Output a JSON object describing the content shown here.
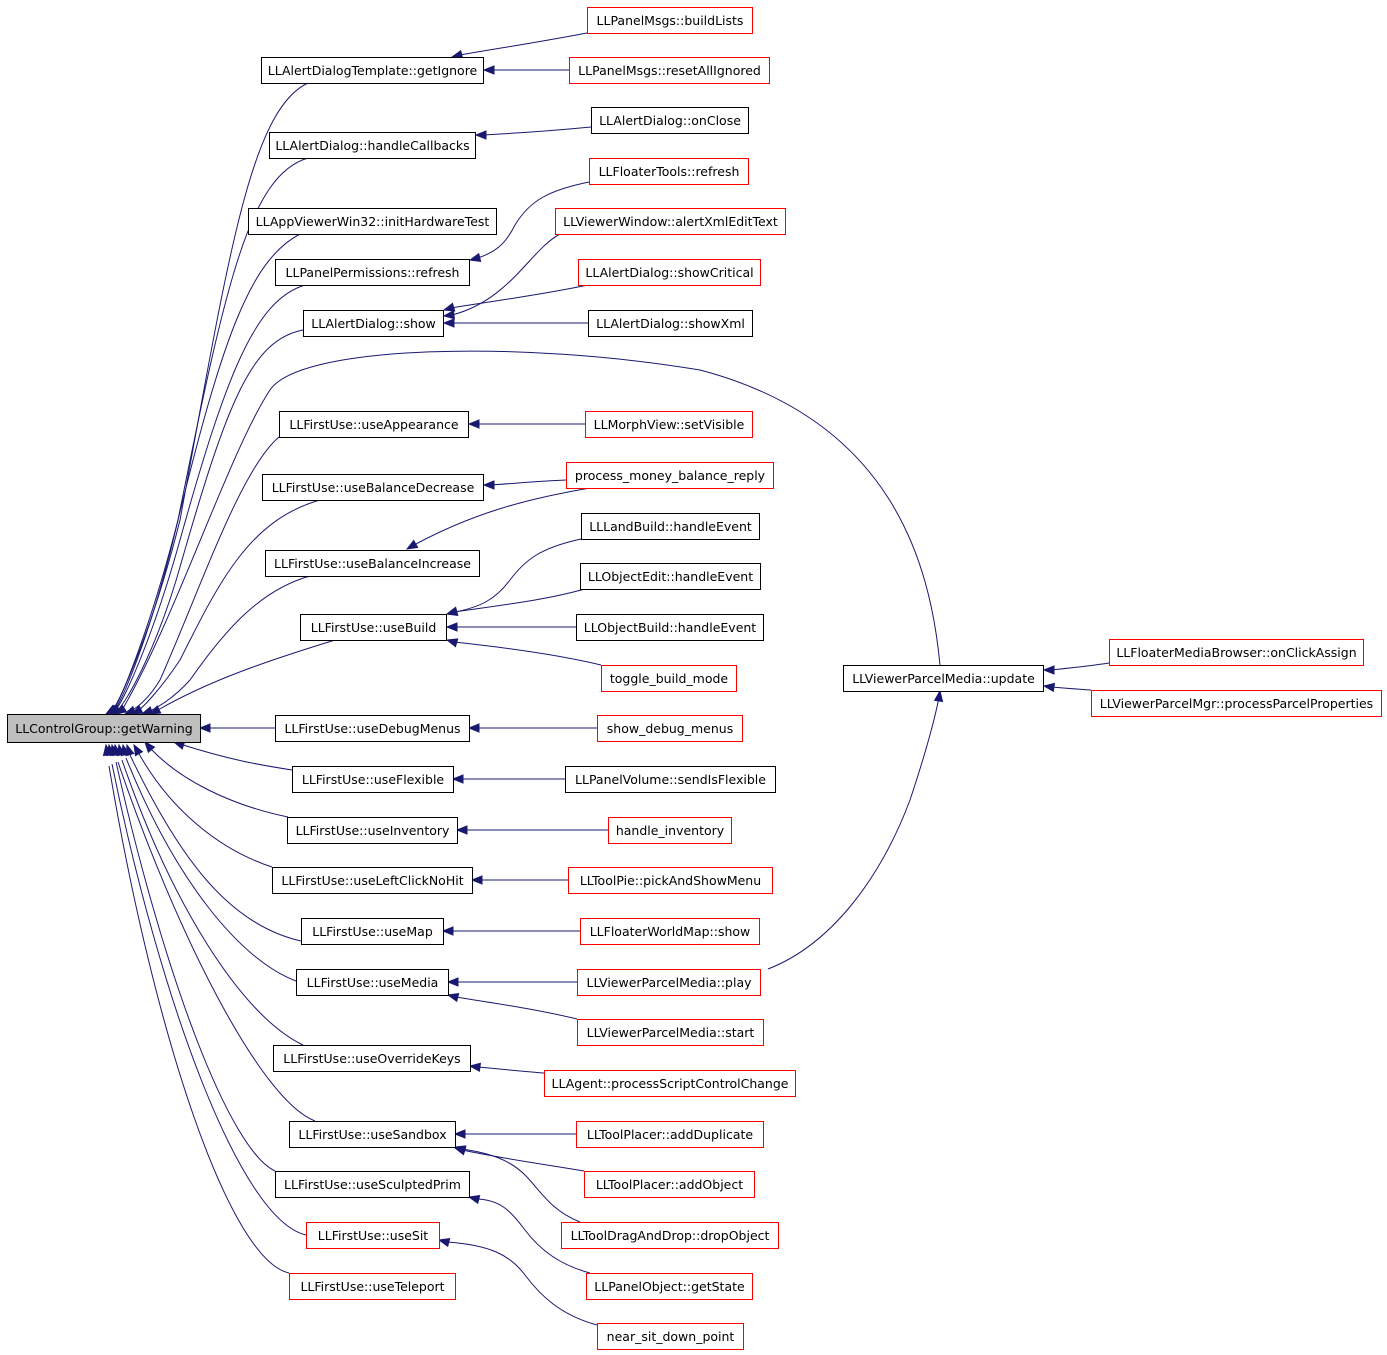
{
  "colors": {
    "edge": "#191970",
    "root_fill": "#bfbfbf",
    "node_fill": "#ffffff",
    "border_documented": "#000000",
    "border_undocumented": "#ff0000"
  },
  "graph": {
    "nodes": [
      {
        "id": "n0",
        "label": "LLControlGroup::getWarning",
        "style": "root"
      },
      {
        "id": "n1",
        "label": "LLAlertDialogTemplate::getIgnore",
        "style": "black"
      },
      {
        "id": "n2",
        "label": "LLPanelMsgs::buildLists",
        "style": "red"
      },
      {
        "id": "n3",
        "label": "LLPanelMsgs::resetAllIgnored",
        "style": "red"
      },
      {
        "id": "n4",
        "label": "LLAlertDialog::handleCallbacks",
        "style": "black"
      },
      {
        "id": "n5",
        "label": "LLAlertDialog::onClose",
        "style": "black"
      },
      {
        "id": "n6",
        "label": "LLAppViewerWin32::initHardwareTest",
        "style": "black"
      },
      {
        "id": "n7",
        "label": "LLFloaterTools::refresh",
        "style": "red"
      },
      {
        "id": "n8",
        "label": "LLPanelPermissions::refresh",
        "style": "black"
      },
      {
        "id": "n9",
        "label": "LLViewerWindow::alertXmlEditText",
        "style": "red"
      },
      {
        "id": "n10",
        "label": "LLAlertDialog::showCritical",
        "style": "red"
      },
      {
        "id": "n11",
        "label": "LLAlertDialog::show",
        "style": "black"
      },
      {
        "id": "n12",
        "label": "LLAlertDialog::showXml",
        "style": "black"
      },
      {
        "id": "n13",
        "label": "LLFirstUse::useAppearance",
        "style": "black"
      },
      {
        "id": "n14",
        "label": "LLMorphView::setVisible",
        "style": "red"
      },
      {
        "id": "n15",
        "label": "LLFirstUse::useBalanceDecrease",
        "style": "black"
      },
      {
        "id": "n16",
        "label": "process_money_balance_reply",
        "style": "red"
      },
      {
        "id": "n17",
        "label": "LLFirstUse::useBalanceIncrease",
        "style": "black"
      },
      {
        "id": "n18",
        "label": "LLLandBuild::handleEvent",
        "style": "black"
      },
      {
        "id": "n19",
        "label": "LLObjectEdit::handleEvent",
        "style": "black"
      },
      {
        "id": "n20",
        "label": "LLFirstUse::useBuild",
        "style": "black"
      },
      {
        "id": "n21",
        "label": "LLObjectBuild::handleEvent",
        "style": "black"
      },
      {
        "id": "n22",
        "label": "toggle_build_mode",
        "style": "red"
      },
      {
        "id": "n23",
        "label": "LLViewerParcelMedia::update",
        "style": "black"
      },
      {
        "id": "n24",
        "label": "LLFloaterMediaBrowser::onClickAssign",
        "style": "red"
      },
      {
        "id": "n25",
        "label": "LLViewerParcelMgr::processParcelProperties",
        "style": "red"
      },
      {
        "id": "n26",
        "label": "LLFirstUse::useDebugMenus",
        "style": "black"
      },
      {
        "id": "n27",
        "label": "show_debug_menus",
        "style": "red"
      },
      {
        "id": "n28",
        "label": "LLFirstUse::useFlexible",
        "style": "black"
      },
      {
        "id": "n29",
        "label": "LLPanelVolume::sendIsFlexible",
        "style": "black"
      },
      {
        "id": "n30",
        "label": "LLFirstUse::useInventory",
        "style": "black"
      },
      {
        "id": "n31",
        "label": "handle_inventory",
        "style": "red"
      },
      {
        "id": "n32",
        "label": "LLFirstUse::useLeftClickNoHit",
        "style": "black"
      },
      {
        "id": "n33",
        "label": "LLToolPie::pickAndShowMenu",
        "style": "red"
      },
      {
        "id": "n34",
        "label": "LLFirstUse::useMap",
        "style": "black"
      },
      {
        "id": "n35",
        "label": "LLFloaterWorldMap::show",
        "style": "red"
      },
      {
        "id": "n36",
        "label": "LLFirstUse::useMedia",
        "style": "black"
      },
      {
        "id": "n37",
        "label": "LLViewerParcelMedia::play",
        "style": "red"
      },
      {
        "id": "n38",
        "label": "LLViewerParcelMedia::start",
        "style": "red"
      },
      {
        "id": "n39",
        "label": "LLFirstUse::useOverrideKeys",
        "style": "black"
      },
      {
        "id": "n40",
        "label": "LLAgent::processScriptControlChange",
        "style": "red"
      },
      {
        "id": "n41",
        "label": "LLFirstUse::useSandbox",
        "style": "black"
      },
      {
        "id": "n42",
        "label": "LLToolPlacer::addDuplicate",
        "style": "red"
      },
      {
        "id": "n43",
        "label": "LLFirstUse::useSculptedPrim",
        "style": "black"
      },
      {
        "id": "n44",
        "label": "LLToolPlacer::addObject",
        "style": "red"
      },
      {
        "id": "n45",
        "label": "LLToolDragAndDrop::dropObject",
        "style": "red"
      },
      {
        "id": "n46",
        "label": "LLFirstUse::useSit",
        "style": "red"
      },
      {
        "id": "n47",
        "label": "LLPanelObject::getState",
        "style": "red"
      },
      {
        "id": "n48",
        "label": "LLFirstUse::useTeleport",
        "style": "red"
      },
      {
        "id": "n49",
        "label": "near_sit_down_point",
        "style": "red"
      }
    ],
    "edges": [
      {
        "from": "n1",
        "to": "n0"
      },
      {
        "from": "n4",
        "to": "n0"
      },
      {
        "from": "n6",
        "to": "n0"
      },
      {
        "from": "n8",
        "to": "n0"
      },
      {
        "from": "n11",
        "to": "n0"
      },
      {
        "from": "n23",
        "to": "n0"
      },
      {
        "from": "n13",
        "to": "n0"
      },
      {
        "from": "n15",
        "to": "n0"
      },
      {
        "from": "n17",
        "to": "n0"
      },
      {
        "from": "n20",
        "to": "n0"
      },
      {
        "from": "n26",
        "to": "n0"
      },
      {
        "from": "n28",
        "to": "n0"
      },
      {
        "from": "n30",
        "to": "n0"
      },
      {
        "from": "n32",
        "to": "n0"
      },
      {
        "from": "n34",
        "to": "n0"
      },
      {
        "from": "n36",
        "to": "n0"
      },
      {
        "from": "n39",
        "to": "n0"
      },
      {
        "from": "n41",
        "to": "n0"
      },
      {
        "from": "n43",
        "to": "n0"
      },
      {
        "from": "n46",
        "to": "n0"
      },
      {
        "from": "n48",
        "to": "n0"
      },
      {
        "from": "n2",
        "to": "n1"
      },
      {
        "from": "n3",
        "to": "n1"
      },
      {
        "from": "n5",
        "to": "n4"
      },
      {
        "from": "n7",
        "to": "n8"
      },
      {
        "from": "n9",
        "to": "n11"
      },
      {
        "from": "n10",
        "to": "n11"
      },
      {
        "from": "n12",
        "to": "n11"
      },
      {
        "from": "n14",
        "to": "n13"
      },
      {
        "from": "n16",
        "to": "n15"
      },
      {
        "from": "n16",
        "to": "n17"
      },
      {
        "from": "n18",
        "to": "n20"
      },
      {
        "from": "n19",
        "to": "n20"
      },
      {
        "from": "n21",
        "to": "n20"
      },
      {
        "from": "n22",
        "to": "n20"
      },
      {
        "from": "n24",
        "to": "n23"
      },
      {
        "from": "n25",
        "to": "n23"
      },
      {
        "from": "n37",
        "to": "n23"
      },
      {
        "from": "n27",
        "to": "n26"
      },
      {
        "from": "n29",
        "to": "n28"
      },
      {
        "from": "n31",
        "to": "n30"
      },
      {
        "from": "n33",
        "to": "n32"
      },
      {
        "from": "n35",
        "to": "n34"
      },
      {
        "from": "n37",
        "to": "n36"
      },
      {
        "from": "n38",
        "to": "n36"
      },
      {
        "from": "n40",
        "to": "n39"
      },
      {
        "from": "n42",
        "to": "n41"
      },
      {
        "from": "n44",
        "to": "n41"
      },
      {
        "from": "n45",
        "to": "n41"
      },
      {
        "from": "n47",
        "to": "n43"
      },
      {
        "from": "n49",
        "to": "n46"
      }
    ]
  }
}
